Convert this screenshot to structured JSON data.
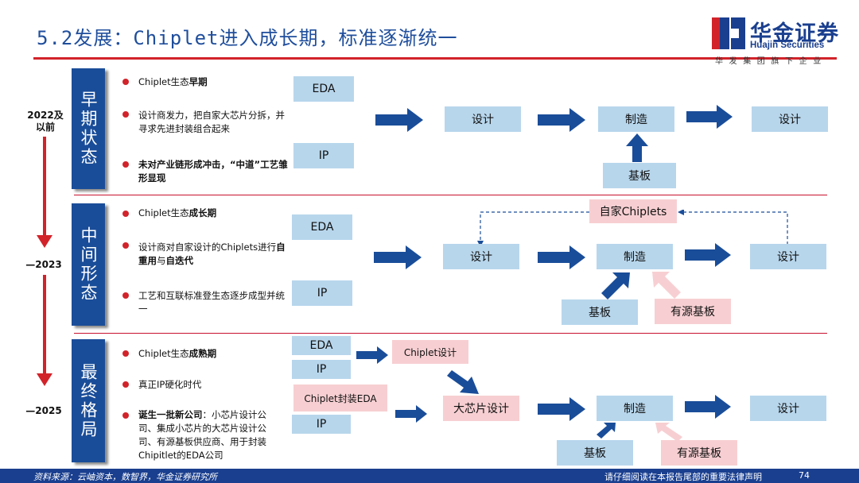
{
  "title": "5.2发展：Chiplet进入成长期，标准逐渐统一",
  "logo": {
    "cn": "华金证券",
    "en": "Huajin Securities",
    "slogan": "华发集团旗下企业"
  },
  "timeline": {
    "t1": "2022及\n以前",
    "t2": "—2023",
    "t3": "—2025"
  },
  "stages": [
    {
      "label": "早期状态",
      "bullets": [
        {
          "pre": "Chiplet生态",
          "bold": "早期",
          "post": ""
        },
        {
          "pre": "设计商发力，把自家大芯片分拆，并寻求先进封装组合起来",
          "bold": "",
          "post": ""
        },
        {
          "pre": "",
          "bold": "未对产业链形成冲击，“中道”工艺雏形显现",
          "post": ""
        }
      ],
      "boxes": {
        "eda": "EDA",
        "ip": "IP",
        "design1": "设计",
        "make": "制造",
        "design2": "设计",
        "substrate": "基板"
      }
    },
    {
      "label": "中间形态",
      "bullets": [
        {
          "pre": "Chiplet生态",
          "bold": "成长期",
          "post": ""
        },
        {
          "pre": "设计商对自家设计的Chiplets进行",
          "bold": "自重用",
          "mid": "与",
          "bold2": "自迭代"
        },
        {
          "pre": "工艺和互联标准登生态逐步成型并统一",
          "bold": "",
          "post": ""
        }
      ],
      "boxes": {
        "eda": "EDA",
        "ip": "IP",
        "design1": "设计",
        "make": "制造",
        "design2": "设计",
        "substrate": "基板",
        "active": "有源基板",
        "own": "自家Chiplets"
      }
    },
    {
      "label": "最终格局",
      "bullets": [
        {
          "pre": "Chiplet生态",
          "bold": "成熟期",
          "post": ""
        },
        {
          "pre": "真正IP硬化时代",
          "bold": "",
          "post": ""
        },
        {
          "pre": "",
          "bold": "诞生一批新公司",
          "post": "：小芯片设计公司、集成小芯片的大芯片设计公司、有源基板供应商、用于封装Chipitlet的EDA公司"
        }
      ],
      "boxes": {
        "eda": "EDA",
        "ip1": "IP",
        "pkg_eda": "Chiplet封装EDA",
        "ip2": "IP",
        "chiplet_design": "Chiplet设计",
        "big_design": "大芯片设计",
        "make": "制造",
        "design2": "设计",
        "substrate": "基板",
        "active": "有源基板"
      }
    }
  ],
  "footer": {
    "source": "资料来源：云岫资本，数智界，华金证券研究所",
    "disclaimer": "请仔细阅读在本报告尾部的重要法律声明",
    "page": "74"
  },
  "colors": {
    "accent_red": "#d2232a",
    "brand_blue": "#1a4d99",
    "box_blue": "#b7d6ec",
    "box_pink": "#f7cfd2"
  }
}
